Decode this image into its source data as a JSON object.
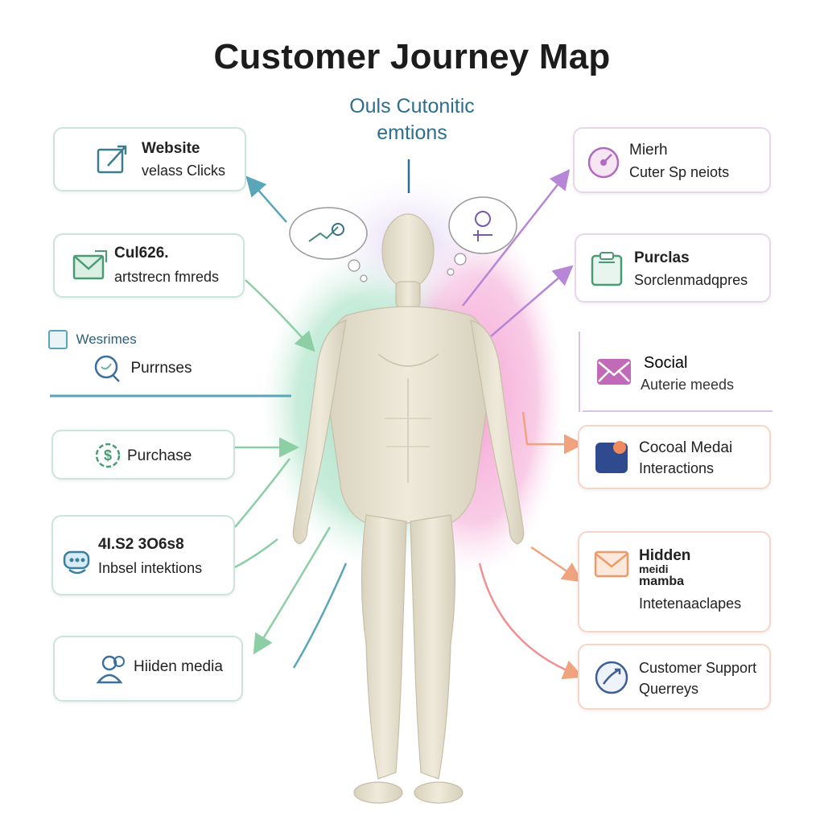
{
  "title": "Customer Journey Map",
  "subtitle": {
    "line1": "Ouls Cutonitic",
    "line2": "emtions"
  },
  "left_cards": [
    {
      "line1": "Website",
      "line2": "velass Clicks",
      "icon": "cursor-icon"
    },
    {
      "line1": "Cul626.",
      "line2": "artstrecn fmreds",
      "icon": "envelope-icon"
    },
    {
      "line1": "Purchase",
      "icon": "dollar-icon"
    },
    {
      "line1": "4I.S2 3O6s8",
      "line2": "Inbsel intektions",
      "icon": "chat-icon"
    },
    {
      "line1": "Hiiden media",
      "icon": "users-icon"
    }
  ],
  "left_panel": {
    "label": "Wesrimes",
    "item": "Purrnses",
    "icon": "search-chat-icon"
  },
  "right_cards": [
    {
      "line1": "Mierh",
      "line2": "Cuter Sp neiots",
      "icon": "gauge-icon"
    },
    {
      "line1": "Purclas",
      "line2": "Sorclenmadqpres",
      "icon": "clipboard-icon"
    },
    {
      "line1": "Social",
      "line2": "Auterie meeds",
      "icon": "mail-icon"
    },
    {
      "line1": "Cocoal Medai",
      "line2": "Interactions",
      "icon": "app-icon"
    },
    {
      "line1": "Hidden",
      "line1b": "meidi",
      "line1c": "mamba",
      "line2": "Intetenaaclapes",
      "icon": "envelope-orange-icon"
    },
    {
      "line1": "Customer Support",
      "line2": "Querreys",
      "icon": "support-icon"
    }
  ],
  "colors": {
    "teal": "#5aa6b9",
    "green": "#8ccfa5",
    "purple": "#b786d6",
    "pink": "#f2a7c8",
    "orange": "#f0a37f",
    "title": "#1c1c1c",
    "subtitle": "#2c6f8e"
  }
}
